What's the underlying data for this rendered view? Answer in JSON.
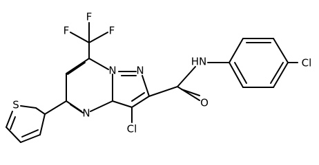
{
  "structure": {
    "atoms": {
      "f_top": "F",
      "f_left": "F",
      "f_right": "F",
      "n_ring_bridge": "N",
      "n_ring_2": "N",
      "n_ring_4": "N",
      "s_thiophene": "S",
      "cl_ring_3": "Cl",
      "nh_amide": "HN",
      "o_carbonyl": "O",
      "cl_phenyl": "Cl"
    }
  }
}
